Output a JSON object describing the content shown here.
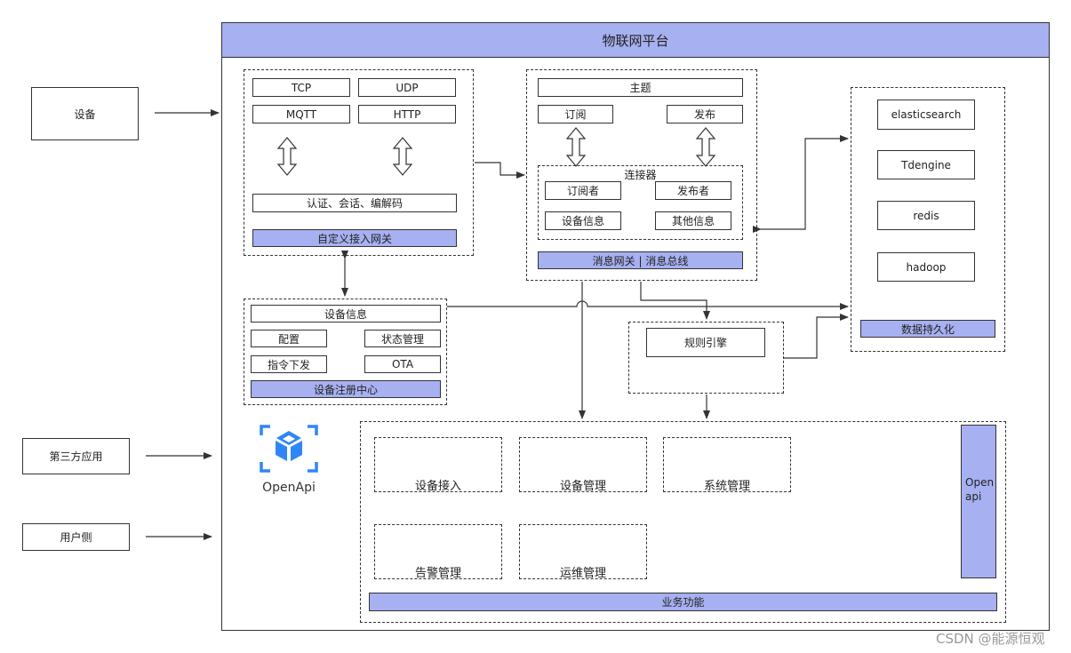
{
  "platform": {
    "title": "物联网平台"
  },
  "external": {
    "device": "设备",
    "third_party": "第三方应用",
    "user_side": "用户侧"
  },
  "gateway": {
    "protocols": [
      "TCP",
      "UDP",
      "MQTT",
      "HTTP"
    ],
    "auth": "认证、会话、编解码",
    "title": "自定义接入网关"
  },
  "bus": {
    "topic": "主题",
    "subscribe": "订阅",
    "publish": "发布",
    "connector": {
      "title": "连接器",
      "subscriber": "订阅者",
      "publisher": "发布者",
      "device_info": "设备信息",
      "other_info": "其他信息"
    },
    "title": "消息网关 | 消息总线"
  },
  "persistence": {
    "items": [
      "elasticsearch",
      "Tdengine",
      "redis",
      "hadoop"
    ],
    "title": "数据持久化"
  },
  "registry": {
    "device_info": "设备信息",
    "config": "配置",
    "status": "状态管理",
    "command": "指令下发",
    "ota": "OTA",
    "title": "设备注册中心"
  },
  "rules": {
    "title": "规则引擎"
  },
  "openapi": {
    "label": "OpenApi"
  },
  "business": {
    "functions": [
      "设备接入",
      "设备管理",
      "系统管理",
      "告警管理",
      "运维管理"
    ],
    "openapi_side": "Open api",
    "title": "业务功能"
  },
  "watermark": "CSDN @能源恒观",
  "colors": {
    "accent": "#a7b0f0",
    "icon_blue": "#2f86f6"
  }
}
